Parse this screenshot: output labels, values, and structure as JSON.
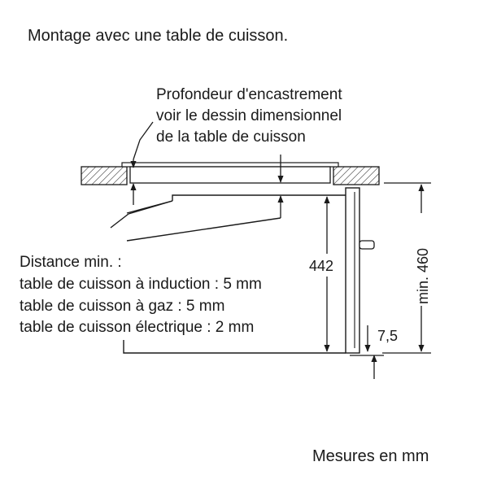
{
  "title": "Montage avec une table de cuisson.",
  "depth_note": {
    "lines": [
      "Profondeur d'encastrement",
      "voir le dessin dimensionnel",
      "de la table de cuisson"
    ]
  },
  "distance": {
    "heading": "Distance min. :",
    "items": [
      "table de cuisson à induction : 5 mm",
      "table de cuisson à gaz : 5 mm",
      "table de cuisson électrique : 2 mm"
    ]
  },
  "dimensions": {
    "height_442": "442",
    "min_460": "min. 460",
    "gap_7_5": "7,5"
  },
  "units_note": "Mesures en mm",
  "colors": {
    "line": "#1a1a1a",
    "background": "#ffffff"
  }
}
